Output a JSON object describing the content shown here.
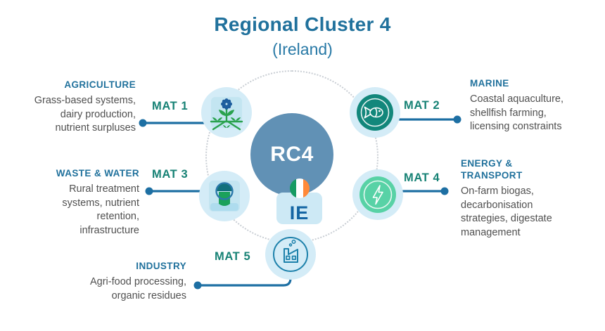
{
  "title": "Regional Cluster 4",
  "subtitle": "(Ireland)",
  "center": {
    "label": "RC4",
    "country_code": "IE",
    "flag": "ireland-flag-icon"
  },
  "nodes": [
    {
      "id": "agriculture",
      "mat": "MAT 1",
      "heading": "AGRICULTURE",
      "description": "Grass-based systems, dairy production, nutrient surpluses",
      "lines": [
        "Grass-based systems,",
        "dairy production,",
        "nutrient surpluses"
      ],
      "icon": "plant-flower-icon"
    },
    {
      "id": "marine",
      "mat": "MAT 2",
      "heading": "MARINE",
      "description": "Coastal aquaculture, shellfish farming, licensing constraints",
      "lines": [
        "Coastal aquaculture,",
        "shellfish farming,",
        "licensing constraints"
      ],
      "icon": "fish-icon"
    },
    {
      "id": "waste-water",
      "mat": "MAT 3",
      "heading": "WASTE & WATER",
      "description": "Rural treatment systems, nutrient retention, infrastructure",
      "lines": [
        "Rural treatment",
        "systems, nutrient",
        "retention,",
        "infrastructure"
      ],
      "icon": "water-outfall-icon"
    },
    {
      "id": "energy-transport",
      "mat": "MAT 4",
      "heading": "ENERGY & TRANSPORT",
      "description": "On-farm biogas, decarbonisation strategies, digestate management",
      "lines": [
        "On-farm biogas,",
        "decarbonisation",
        "strategies, digestate",
        "management"
      ],
      "icon": "lightning-bolt-icon"
    },
    {
      "id": "industry",
      "mat": "MAT 5",
      "heading": "INDUSTRY",
      "description": "Agri-food processing, organic residues",
      "lines": [
        "Agri-food processing,",
        "organic residues"
      ],
      "icon": "factory-icon"
    }
  ],
  "colors": {
    "heading_blue": "#20719c",
    "mat_teal": "#178275",
    "body_gray": "#505050",
    "connector_blue": "#1d6fa3",
    "center_circle_blue": "#6191b5",
    "node_light_blue": "#d4ecf7",
    "node_inner_blue": "#c3e5f1",
    "marine_teal": "#12877b",
    "energy_mint": "#58d2a6",
    "flag_green": "#169b62",
    "flag_orange": "#ff8939",
    "ie_text_blue": "#1465a3",
    "ring_gray": "#c9ced4"
  }
}
